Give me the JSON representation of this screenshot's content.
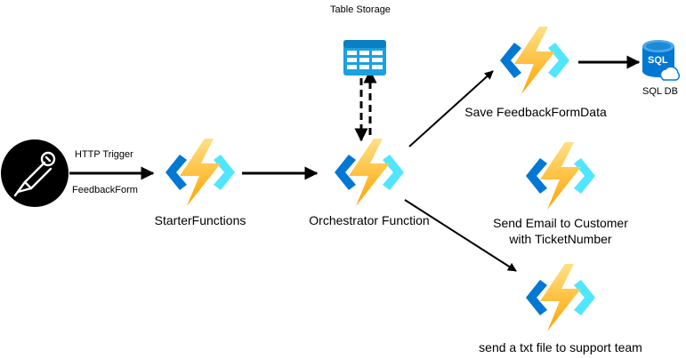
{
  "colors": {
    "bracket_left": "#0078d4",
    "bracket_right": "#50e6ff",
    "bolt_top": "#fee087",
    "bolt_bottom": "#ffa400",
    "table_blue": "#1ba1e2",
    "sql_blue": "#0078d4",
    "line": "#000000"
  },
  "icons": {
    "postman": "postman-icon",
    "function": "azure-function-icon",
    "table": "table-storage-icon",
    "sql": "sql-database-icon"
  },
  "labels": {
    "http_trigger": "HTTP Trigger",
    "feedback_form": "FeedbackForm",
    "starter": "StarterFunctions",
    "orchestrator": "Orchestrator Function",
    "table_storage": "Table Storage",
    "save_data": "Save FeedbackFormData",
    "sql_db": "SQL DB",
    "sql_badge": "SQL",
    "email_line1": "Send Email to Customer",
    "email_line2": "with TicketNumber",
    "txt_file": "send a txt file to support team"
  }
}
